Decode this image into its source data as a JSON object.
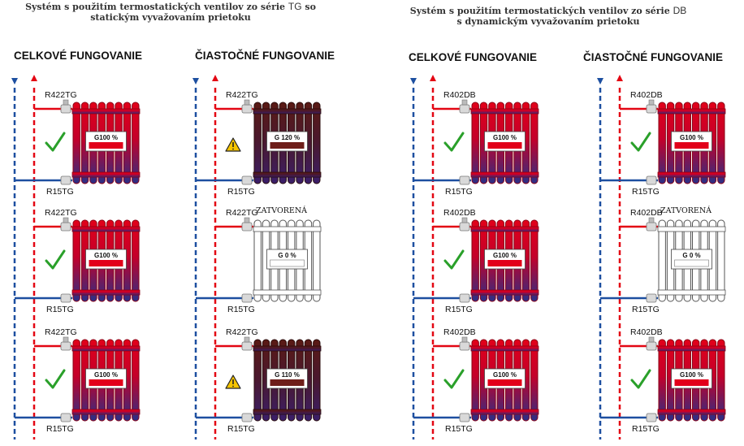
{
  "titles": {
    "left": {
      "line1_pre": "Systém s použitím termostatických ventilov zo série ",
      "line1_hl": "TG",
      "line1_post": " so",
      "line2": "statickým vyvažovaním prietoku"
    },
    "right": {
      "line1_pre": "Systém s použitím termostatických ventilov zo série ",
      "line1_hl": "DB",
      "line2": "s dynamickým vyvažovaním prietoku"
    }
  },
  "columns": [
    {
      "heading": "CELKOVÉ FUNGOVANIE",
      "radiators": [
        {
          "valve": "R422TG",
          "valve_note": "",
          "lockshield": "R15TG",
          "flow": "G100 %",
          "state": "full",
          "mark": "check"
        },
        {
          "valve": "R422TG",
          "valve_note": "",
          "lockshield": "R15TG",
          "flow": "G100 %",
          "state": "full",
          "mark": "check"
        },
        {
          "valve": "R422TG",
          "valve_note": "",
          "lockshield": "R15TG",
          "flow": "G100 %",
          "state": "full",
          "mark": "check"
        }
      ]
    },
    {
      "heading": "ČIASTOČNÉ FUNGOVANIE",
      "radiators": [
        {
          "valve": "R422TG",
          "valve_note": "",
          "lockshield": "R15TG",
          "flow": "G 120 %",
          "state": "over",
          "mark": "warning"
        },
        {
          "valve": "R422TG",
          "valve_note": "ZATVORENÁ",
          "lockshield": "R15TG",
          "flow": "G 0 %",
          "state": "off",
          "mark": "none"
        },
        {
          "valve": "R422TG",
          "valve_note": "",
          "lockshield": "R15TG",
          "flow": "G 110 %",
          "state": "over",
          "mark": "warning"
        }
      ]
    },
    {
      "heading": "CELKOVÉ FUNGOVANIE",
      "radiators": [
        {
          "valve": "R402DB",
          "valve_note": "",
          "lockshield": "R15TG",
          "flow": "G100 %",
          "state": "full",
          "mark": "check"
        },
        {
          "valve": "R402DB",
          "valve_note": "",
          "lockshield": "R15TG",
          "flow": "G100 %",
          "state": "full",
          "mark": "check"
        },
        {
          "valve": "R402DB",
          "valve_note": "",
          "lockshield": "R15TG",
          "flow": "G100 %",
          "state": "full",
          "mark": "check"
        }
      ]
    },
    {
      "heading": "ČIASTOČNÉ FUNGOVANIE",
      "radiators": [
        {
          "valve": "R402DB",
          "valve_note": "",
          "lockshield": "R15TG",
          "flow": "G100 %",
          "state": "full",
          "mark": "check"
        },
        {
          "valve": "R402DB",
          "valve_note": "ZATVORENÁ",
          "lockshield": "R15TG",
          "flow": "G 0 %",
          "state": "off",
          "mark": "none"
        },
        {
          "valve": "R402DB",
          "valve_note": "",
          "lockshield": "R15TG",
          "flow": "G100 %",
          "state": "full",
          "mark": "check"
        }
      ]
    }
  ],
  "colors": {
    "supply": "#e30613",
    "return": "#1d4fa0",
    "radiator_top": "#e2001a",
    "radiator_bottom": "#2a2f86",
    "over_top": "#5a1a14",
    "over_bottom": "#3a1f6a",
    "check": "#2aa02a",
    "warning": "#f5c400"
  },
  "icons": {
    "flow_arrows": "arrow-icon",
    "ok": "check-icon",
    "alert": "warning-icon"
  }
}
